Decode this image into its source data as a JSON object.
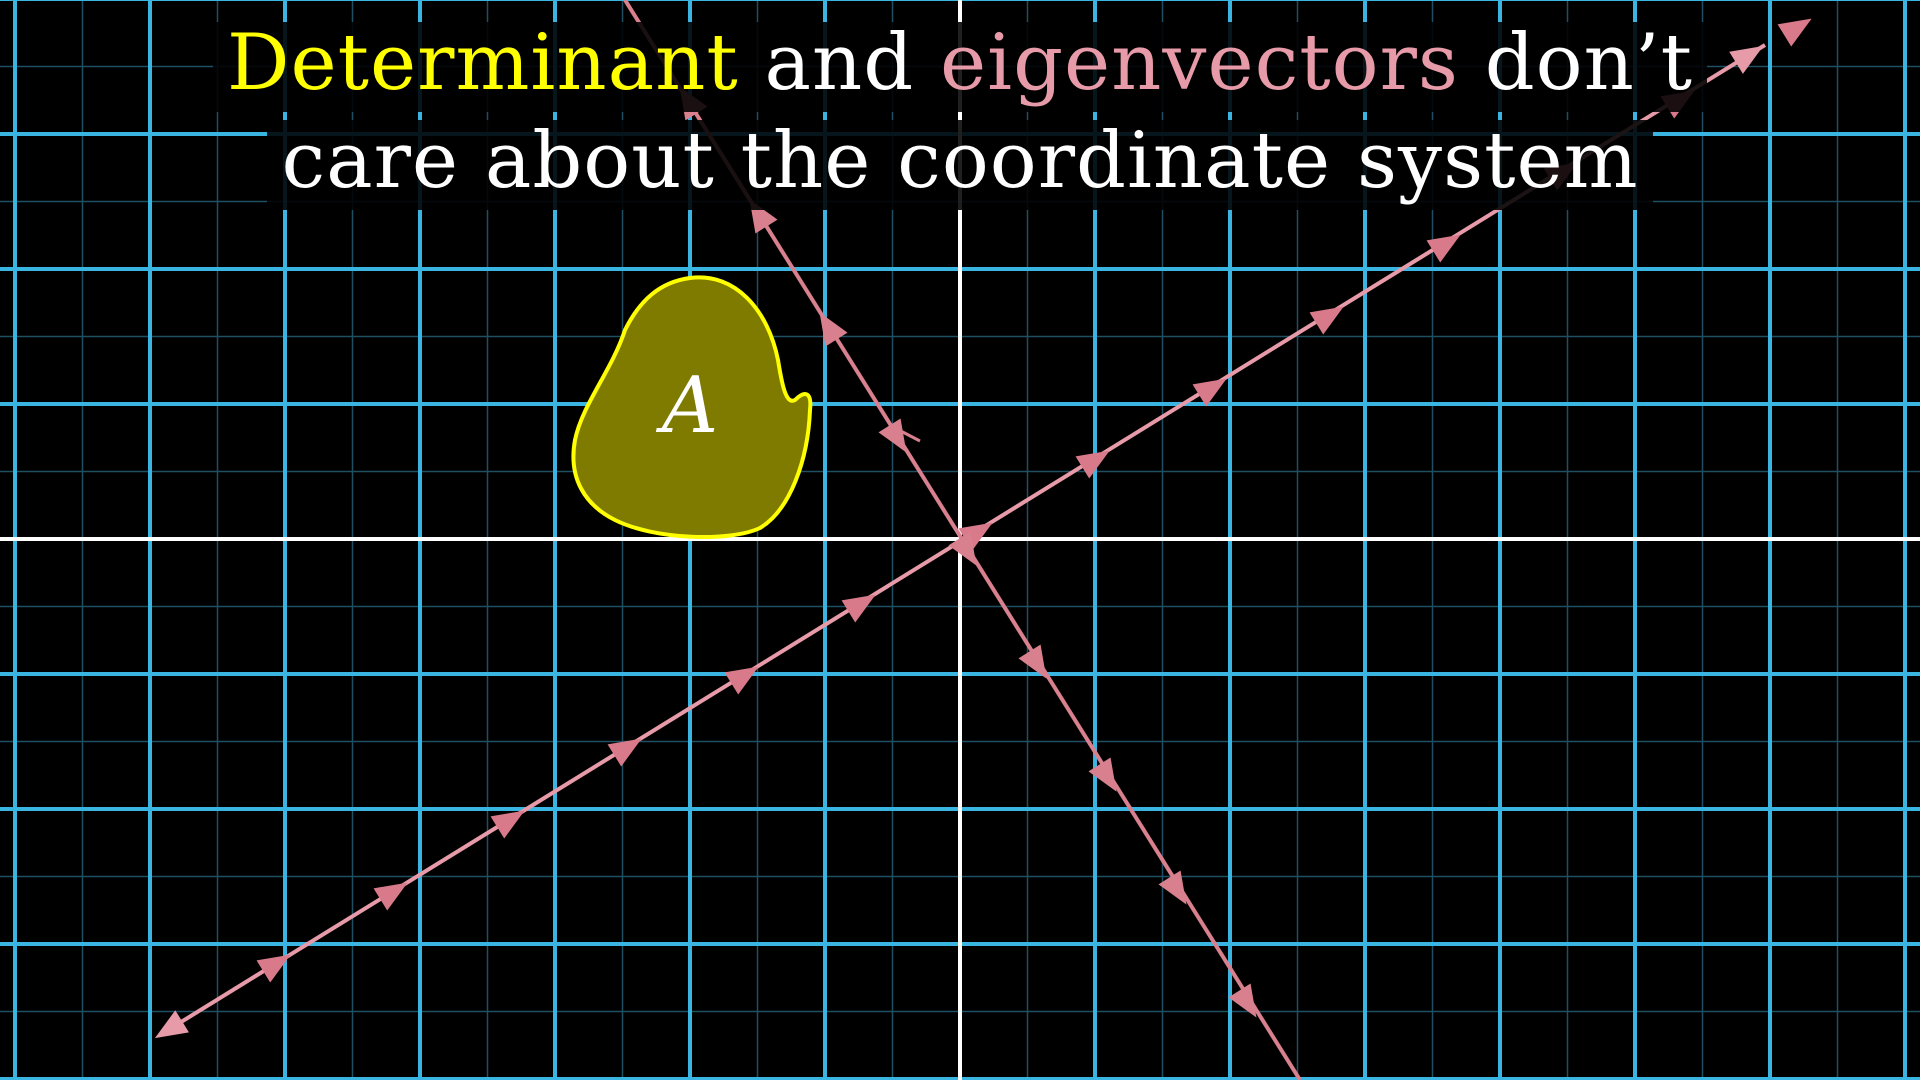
{
  "caption": {
    "line1": [
      {
        "text": "Determinant",
        "color": "#FFFF00"
      },
      {
        "text": " and ",
        "color": "#FFFFFF"
      },
      {
        "text": "eigenvectors",
        "color": "#E79AA8"
      },
      {
        "text": " don’t",
        "color": "#FFFFFF"
      }
    ],
    "line2": [
      {
        "text": "care about the coordinate system",
        "color": "#FFFFFF"
      }
    ]
  },
  "region": {
    "label": "A",
    "fill": "#7F7A00",
    "stroke": "#FFFF00",
    "label_color": "#FFFFFF"
  },
  "colors": {
    "background": "#000000",
    "grid_major": "#3AB4E0",
    "grid_minor": "#1E4F62",
    "axes": "#FFFFFF",
    "eigen_line_1": "#E79AA8",
    "eigen_line_2": "#D8808E",
    "triangle_marker": "#D97A8A"
  }
}
